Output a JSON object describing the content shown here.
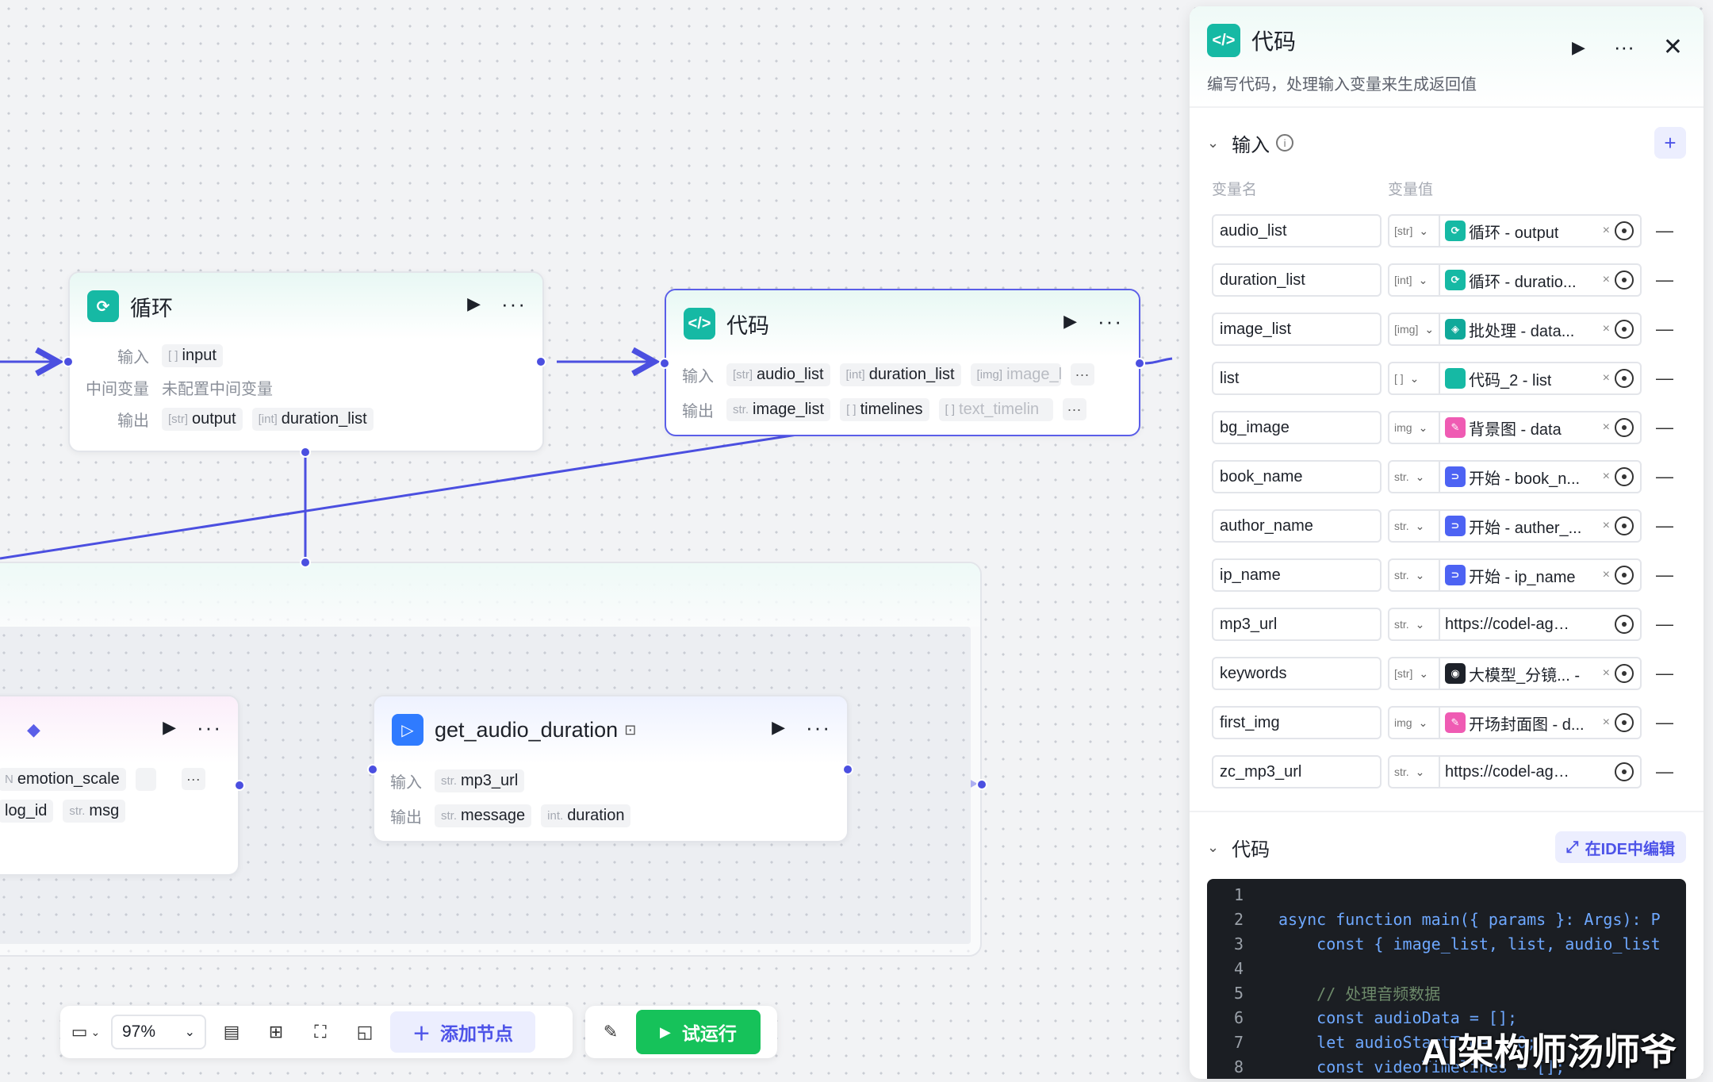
{
  "nodes": {
    "loop": {
      "title": "循环",
      "input_label": "输入",
      "input_chip": {
        "type": "[ ]",
        "name": "input"
      },
      "mid_label": "中间变量",
      "mid_value": "未配置中间变量",
      "output_label": "输出",
      "output_chips": [
        {
          "type": "[str]",
          "name": "output"
        },
        {
          "type": "[int]",
          "name": "duration_list"
        }
      ]
    },
    "code": {
      "title": "代码",
      "input_label": "输入",
      "input_chips": [
        {
          "type": "[str]",
          "name": "audio_list"
        },
        {
          "type": "[int]",
          "name": "duration_list"
        },
        {
          "type": "[img]",
          "name": "image_lis"
        }
      ],
      "output_label": "输出",
      "output_chips": [
        {
          "type": "str.",
          "name": "image_list"
        },
        {
          "type": "[ ]",
          "name": "timelines"
        },
        {
          "type": "[ ]",
          "name": "text_timelin"
        }
      ]
    },
    "audio": {
      "title": "get_audio_duration",
      "input_label": "输入",
      "input_chip": {
        "type": "str.",
        "name": "mp3_url"
      },
      "output_label": "输出",
      "output_chips": [
        {
          "type": "str.",
          "name": "message"
        },
        {
          "type": "int.",
          "name": "duration"
        }
      ]
    },
    "left_partial": {
      "chip1": {
        "type": "N",
        "name": "emotion_scale"
      },
      "chip2_name": "log_id",
      "chip3": {
        "type": "str.",
        "name": "msg"
      }
    }
  },
  "toolbar": {
    "zoom": "97%",
    "add_node": "添加节点",
    "run": "试运行"
  },
  "panel": {
    "title": "代码",
    "description": "编写代码，处理输入变量来生成返回值",
    "input_section": "输入",
    "col_name": "变量名",
    "col_value": "变量值",
    "variables": [
      {
        "name": "audio_list",
        "type": "[str]",
        "ref": "循环 - output",
        "icon": "loop",
        "color": "#16b9a4"
      },
      {
        "name": "duration_list",
        "type": "[int]",
        "ref": "循环 - duratio...",
        "icon": "loop",
        "color": "#16b9a4"
      },
      {
        "name": "image_list",
        "type": "[img]",
        "ref": "批处理 - data...",
        "icon": "batch",
        "color": "#10a99a"
      },
      {
        "name": "list",
        "type": "[ ]",
        "ref": "代码_2 - list",
        "icon": "code",
        "color": "#16b9a4"
      },
      {
        "name": "bg_image",
        "type": "img",
        "ref": "背景图 - data",
        "icon": "image",
        "color": "#ef5bb3"
      },
      {
        "name": "book_name",
        "type": "str.",
        "ref": "开始 - book_n...",
        "icon": "start",
        "color": "#4d63f3"
      },
      {
        "name": "author_name",
        "type": "str.",
        "ref": "开始 - auther_...",
        "icon": "start",
        "color": "#4d63f3"
      },
      {
        "name": "ip_name",
        "type": "str.",
        "ref": "开始 - ip_name",
        "icon": "start",
        "color": "#4d63f3"
      },
      {
        "name": "mp3_url",
        "type": "str.",
        "ref": "https://codel-age...",
        "icon": "",
        "color": ""
      },
      {
        "name": "keywords",
        "type": "[str]",
        "ref": "大模型_分镜... -",
        "icon": "llm",
        "color": "#1d2129"
      },
      {
        "name": "first_img",
        "type": "img",
        "ref": "开场封面图 - d...",
        "icon": "image",
        "color": "#ef5bb3"
      },
      {
        "name": "zc_mp3_url",
        "type": "str.",
        "ref": "https://codel-age...",
        "icon": "",
        "color": ""
      }
    ],
    "code_section": "代码",
    "ide_button": "在IDE中编辑",
    "code_lines": [
      {
        "n": "1",
        "text": ""
      },
      {
        "n": "2",
        "text": "async function main({ params }: Args): P"
      },
      {
        "n": "3",
        "text": "    const { image_list, list, audio_list"
      },
      {
        "n": "4",
        "text": ""
      },
      {
        "n": "5",
        "text": "    // 处理音频数据"
      },
      {
        "n": "6",
        "text": "    const audioData = [];"
      },
      {
        "n": "7",
        "text": "    let audioStartTime = 0;"
      },
      {
        "n": "8",
        "text": "    const videoTimelines = [];"
      }
    ]
  },
  "watermark": "AI架构师汤师爷",
  "colors": {
    "accent": "#4b4fe0",
    "run": "#16c25a",
    "code_icon": "#16b9a4"
  }
}
